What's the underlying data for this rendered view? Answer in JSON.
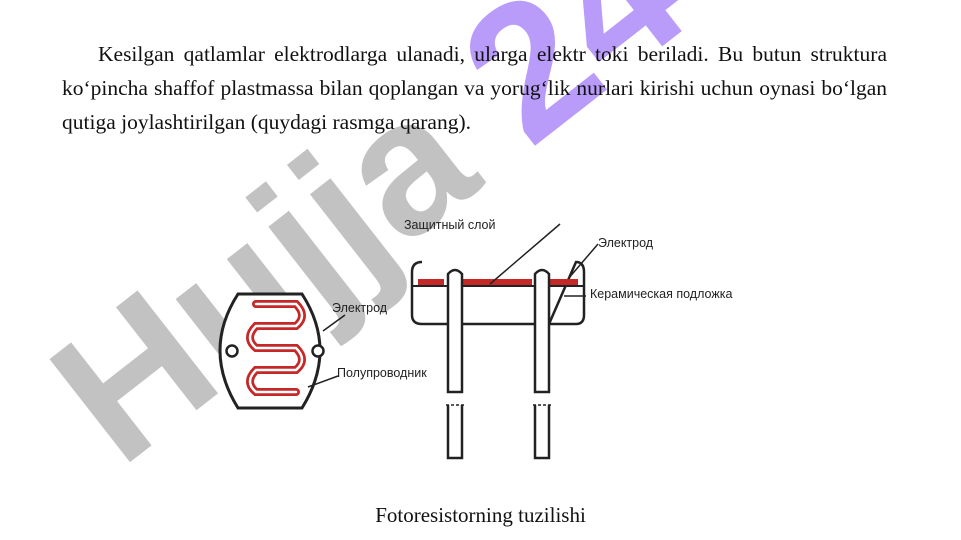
{
  "document": {
    "paragraph": "Kesilgan qatlamlar elektrodlarga ulanadi, ularga elektr toki beriladi. Bu butun struktura ko‘pincha shaffof plastmassa bilan qoplangan va yorug‘lik nurlari kirishi uchun oynasi bo‘lgan qutiga joylashtirilgan (quydagi rasmga qarang).",
    "caption": "Fotoresistorning tuzilishi"
  },
  "figure": {
    "labels": {
      "protective_layer": "Защитный слой",
      "electrode_right": "Электрод",
      "ceramic_substrate": "Керамическая подложка",
      "electrode_left": "Электрод",
      "semiconductor": "Полупроводник"
    },
    "colors": {
      "semiconductor_track": "#c62828",
      "outline": "#222222"
    }
  },
  "watermark": {
    "text_gray": "Hujja",
    "text_violet": "24",
    "colors": {
      "gray": "#9a9a9a",
      "violet": "#8b5cf6"
    }
  }
}
